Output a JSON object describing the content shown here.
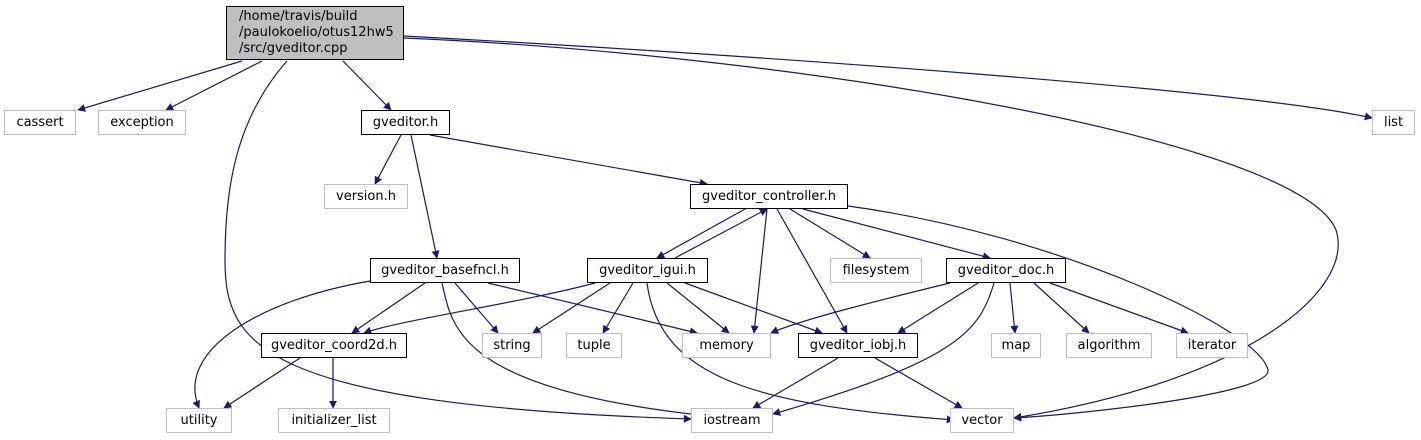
{
  "colors": {
    "edge": "#191970",
    "root_fill": "#bfbfbf",
    "system_border": "#bfbfbf",
    "doc_border": "#000000"
  },
  "nodes": {
    "root": {
      "lines": [
        "/home/travis/build",
        "/paulokoelio/otus12hw5",
        "/src/gveditor.cpp"
      ]
    },
    "cassert": {
      "label": "cassert"
    },
    "exception": {
      "label": "exception"
    },
    "gveditor_h": {
      "label": "gveditor.h"
    },
    "list": {
      "label": "list"
    },
    "version_h": {
      "label": "version.h"
    },
    "gveditor_controller_h": {
      "label": "gveditor_controller.h"
    },
    "gveditor_basefncl_h": {
      "label": "gveditor_basefncl.h"
    },
    "gveditor_igui_h": {
      "label": "gveditor_igui.h"
    },
    "filesystem": {
      "label": "filesystem"
    },
    "gveditor_doc_h": {
      "label": "gveditor_doc.h"
    },
    "gveditor_coord2d_h": {
      "label": "gveditor_coord2d.h"
    },
    "string": {
      "label": "string"
    },
    "tuple": {
      "label": "tuple"
    },
    "memory": {
      "label": "memory"
    },
    "gveditor_iobj_h": {
      "label": "gveditor_iobj.h"
    },
    "map": {
      "label": "map"
    },
    "algorithm": {
      "label": "algorithm"
    },
    "iterator": {
      "label": "iterator"
    },
    "utility": {
      "label": "utility"
    },
    "initializer_list": {
      "label": "initializer_list"
    },
    "iostream": {
      "label": "iostream"
    },
    "vector": {
      "label": "vector"
    }
  }
}
